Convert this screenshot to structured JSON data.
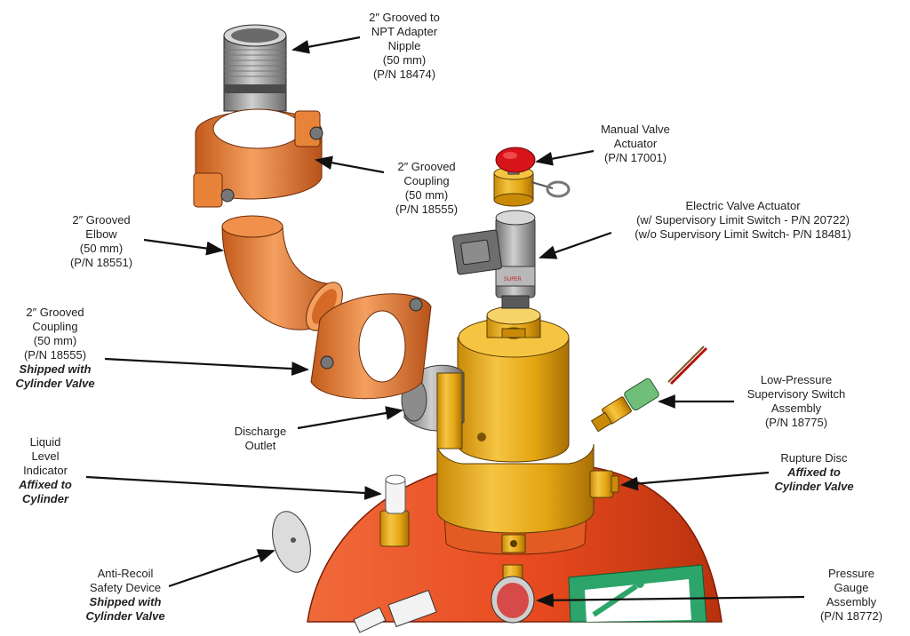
{
  "colors": {
    "cylinder": "#e84a1f",
    "valve_body": "#e6a514",
    "copper": "#e8843a",
    "gray": "#9a9a9a",
    "red_button": "#d7141a",
    "green_sign": "#2da56a",
    "arrow": "#111111"
  },
  "labels": {
    "adapter_nipple": {
      "lines": [
        "2″ Grooved to",
        "NPT Adapter",
        "Nipple",
        "(50 mm)",
        "(P/N 18474)"
      ]
    },
    "coupling_top": {
      "lines": [
        "2″ Grooved",
        "Coupling",
        "(50 mm)",
        "(P/N 18555)"
      ]
    },
    "elbow": {
      "lines": [
        "2″ Grooved",
        "Elbow",
        "(50 mm)",
        "(P/N 18551)"
      ]
    },
    "coupling_left": {
      "lines": [
        "2″ Grooved",
        "Coupling",
        "(50 mm)",
        "(P/N 18555)"
      ],
      "note": [
        "Shipped with",
        "Cylinder Valve"
      ]
    },
    "discharge_outlet": {
      "lines": [
        "Discharge",
        "Outlet"
      ]
    },
    "liquid_level": {
      "lines": [
        "Liquid",
        "Level",
        "Indicator"
      ],
      "note": [
        "Affixed to",
        "Cylinder"
      ]
    },
    "anti_recoil": {
      "lines": [
        "Anti-Recoil",
        "Safety Device"
      ],
      "note": [
        "Shipped with",
        "Cylinder Valve"
      ]
    },
    "manual_actuator": {
      "lines": [
        "Manual Valve",
        "Actuator",
        "(P/N 17001)"
      ]
    },
    "electric_actuator": {
      "lines": [
        "Electric Valve Actuator",
        "(w/ Supervisory Limit Switch - P/N 20722)",
        "(w/o Supervisory Limit Switch- P/N 18481)"
      ]
    },
    "low_pressure_switch": {
      "lines": [
        "Low-Pressure",
        "Supervisory Switch",
        "Assembly",
        "(P/N 18775)"
      ]
    },
    "rupture_disc": {
      "lines": [
        "Rupture Disc"
      ],
      "note": [
        "Affixed to",
        "Cylinder Valve"
      ]
    },
    "pressure_gauge": {
      "lines": [
        "Pressure",
        "Gauge",
        "Assembly",
        "(P/N 18772)"
      ]
    }
  }
}
